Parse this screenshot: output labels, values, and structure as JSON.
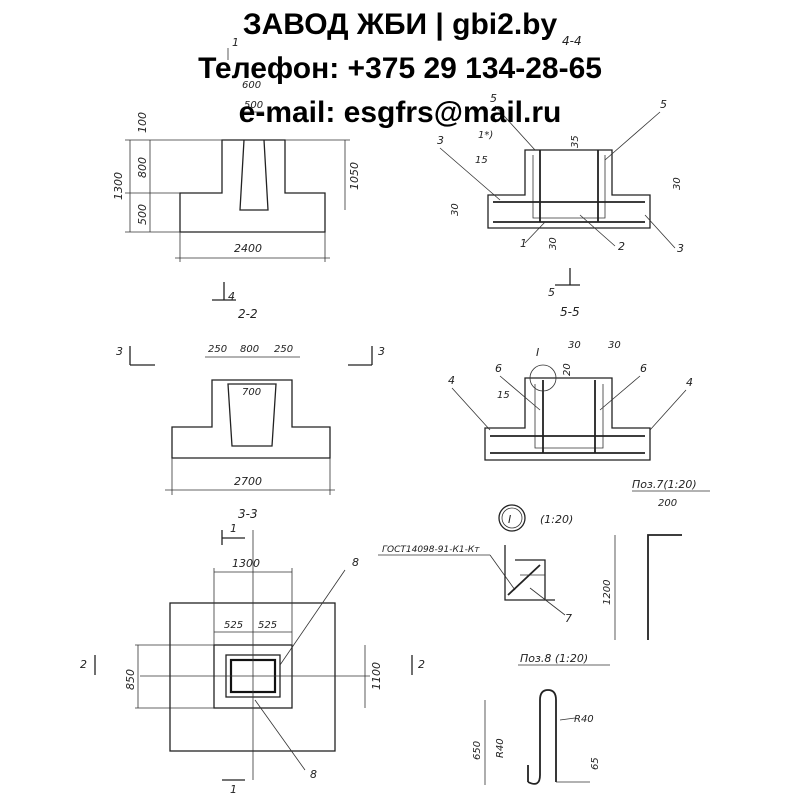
{
  "header": {
    "line1": "ЗАВОД ЖБИ | gbi2.by",
    "line2": "Телефон: +375 29 134-28-65",
    "line3": "e-mail: esgfrs@mail.ru"
  },
  "sections": {
    "s11": {
      "mark": "1",
      "dims": {
        "d100": "100",
        "d800": "800",
        "d500": "500",
        "d1300": "1300",
        "d1050": "1050",
        "d600": "600",
        "d500top": "500",
        "d2400": "2400"
      },
      "cut": "4"
    },
    "s22": {
      "title": "2-2",
      "mark": "3",
      "dims": {
        "d250a": "250",
        "d800": "800",
        "d250b": "250",
        "d700": "700",
        "d2700": "2700"
      }
    },
    "s33": {
      "title": "3-3",
      "mark1": "1",
      "mark2": "2",
      "dims": {
        "d1300": "1300",
        "d525a": "525",
        "d525b": "525",
        "d850": "850",
        "d1100": "1100"
      },
      "labels": {
        "l8a": "8",
        "l8b": "8"
      }
    },
    "s44": {
      "title": "4-4",
      "dims": {
        "d35": "35",
        "d15": "15",
        "d30a": "30",
        "d30b": "30",
        "d30c": "30"
      },
      "labels": {
        "l5a": "5",
        "l5b": "5",
        "l1star": "1*)",
        "l3a": "3",
        "l3b": "3",
        "l1": "1",
        "l2": "2"
      },
      "cut": "5"
    },
    "s55": {
      "title": "5-5",
      "dims": {
        "d30a": "30",
        "d30b": "30",
        "d20": "20",
        "d15": "15"
      },
      "labels": {
        "lI": "I",
        "l6a": "6",
        "l6b": "6",
        "l4a": "4",
        "l4b": "4"
      }
    },
    "detail": {
      "mark": "I",
      "scale": "(1:20)",
      "gost": "ГОСТ14098-91-К1-Кт",
      "l7": "7"
    },
    "pos7": {
      "title": "Поз.7(1:20)",
      "d200": "200",
      "d1200": "1200"
    },
    "pos8": {
      "title": "Поз.8 (1:20)",
      "d650": "650",
      "r40a": "R40",
      "r40b": "R40",
      "d65": "65"
    }
  }
}
